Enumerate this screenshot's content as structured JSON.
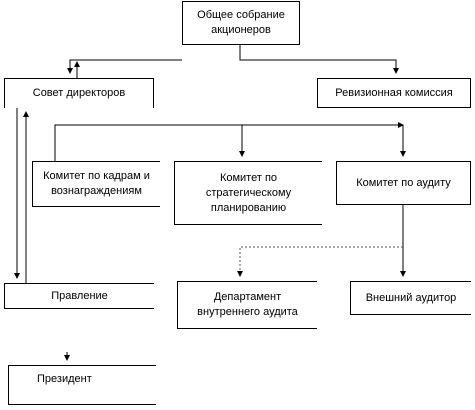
{
  "nodes": {
    "shareholders": "Общее собрание\nакционеров",
    "board": "Совет директоров",
    "audit_commission": "Ревизионная комиссия",
    "hr_committee": "Комитет по кадрам и\nвознаграждениям",
    "strategy_committee": "Комитет по\nстратегическому\nпланированию",
    "audit_committee": "Комитет по аудиту",
    "management": "Правление",
    "internal_audit": "Департамент\nвнутреннего аудита",
    "external_auditor": "Внешний аудитор",
    "president": "Президент"
  },
  "colors": {
    "line": "#000000",
    "dashed_line": "#555555"
  }
}
